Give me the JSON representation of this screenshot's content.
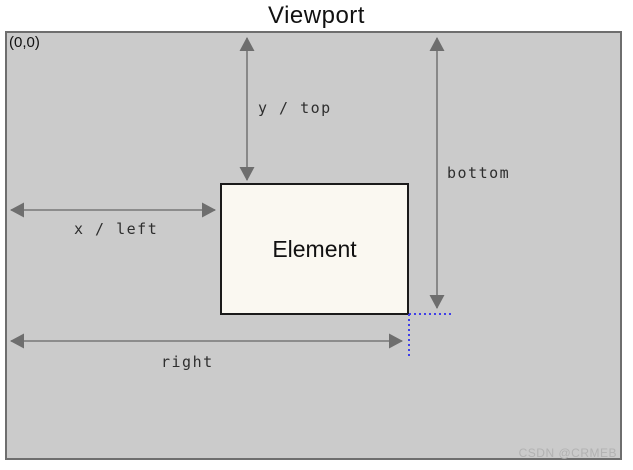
{
  "title": "Viewport",
  "origin_label": "(0,0)",
  "element_label": "Element",
  "arrows": {
    "y_top": "y / top",
    "x_left": "x / left",
    "bottom": "bottom",
    "right": "right"
  },
  "watermark": "CSDN @CRMEB",
  "colors": {
    "viewport_bg": "#cbcbcb",
    "viewport_border": "#6e6e6e",
    "element_bg": "#faf8f1",
    "element_border": "#1a1a1a",
    "arrow": "#787878",
    "arrowhead": "#6e6e6e",
    "label": "#2e2e2e",
    "dotted": "#4040e8",
    "watermark": "#b2b2b2"
  }
}
